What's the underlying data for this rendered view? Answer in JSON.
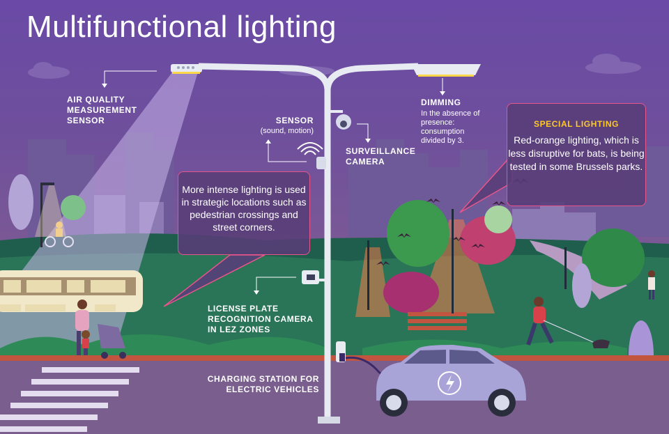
{
  "title": "Multifunctional lighting",
  "labels": {
    "air_quality": "AIR QUALITY MEASUREMENT SENSOR",
    "sensor": "SENSOR",
    "sensor_sub": "(sound, motion)",
    "surveillance": "SURVEILLANCE CAMERA",
    "dimming": "DIMMING",
    "dimming_desc": "In the absence of presence: consumption divided by 3.",
    "license_plate": "LICENSE PLATE RECOGNITION CAMERA IN LEZ ZONES",
    "charging": "CHARGING STATION FOR ELECTRIC VEHICLES"
  },
  "callouts": {
    "intense_lighting": "More intense lighting is used in strategic locations such as pedestrian crossings and street corners.",
    "special_heading": "SPECIAL LIGHTING",
    "special_text": "Red-orange lighting, which is less disruptive for bats, is being tested in some Brussels parks."
  },
  "colors": {
    "sky_top": "#6a4aa6",
    "accent_pink": "#e8558a",
    "highlight_yellow": "#ffc928",
    "pole": "#e8ecf2",
    "car": "#a9a4d8"
  }
}
